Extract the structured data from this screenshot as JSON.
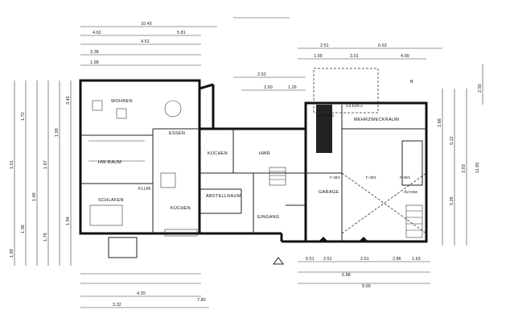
{
  "rooms": {
    "wohnen": "WOHNEN",
    "essen": "ESSEN",
    "kueche_top": "KÜCHEN",
    "hwr": "HWR",
    "hwraum": "HW-RAUM",
    "flur": "FLUR",
    "kueche": "KÜCHEN",
    "schlafen": "SCHLAFEN",
    "abstellraum": "ABSTELLRAUM",
    "eingang": "EINGANG",
    "mehrzweckraum": "MEHRZWECKRAUM",
    "garage": "GARAGE",
    "oltank": "ÖLTANK",
    "heizung": "HEIZUNG"
  },
  "labels": {
    "f30_1": "F-30/1",
    "f30_2": "F-30/1",
    "f30_3": "F-30/1",
    "b_marker": "B",
    "section_note": "3.6 EXR.A"
  },
  "dims_top": [
    "10.45",
    "4.62",
    "4.61",
    "5.81",
    "3.38",
    "1.98",
    "2.51",
    "6.63",
    "3.01",
    "4.99",
    "1.99",
    "2.50",
    "1.26",
    "2.52"
  ],
  "dims_bottom": [
    "5.51",
    "2.51",
    "2.51",
    "2.86",
    "1.63",
    "6.88",
    "9.99",
    "3.32",
    "4.20",
    "7.82"
  ],
  "dims_left": [
    "1.99",
    "1.36",
    "1.49",
    "1.87",
    "1.99",
    "3.45",
    "1.01",
    "1.72",
    "1.78",
    "1.94"
  ],
  "dims_right": [
    "2.50",
    "5.26",
    "3.93",
    "5.12",
    "2.88",
    "11.95"
  ]
}
